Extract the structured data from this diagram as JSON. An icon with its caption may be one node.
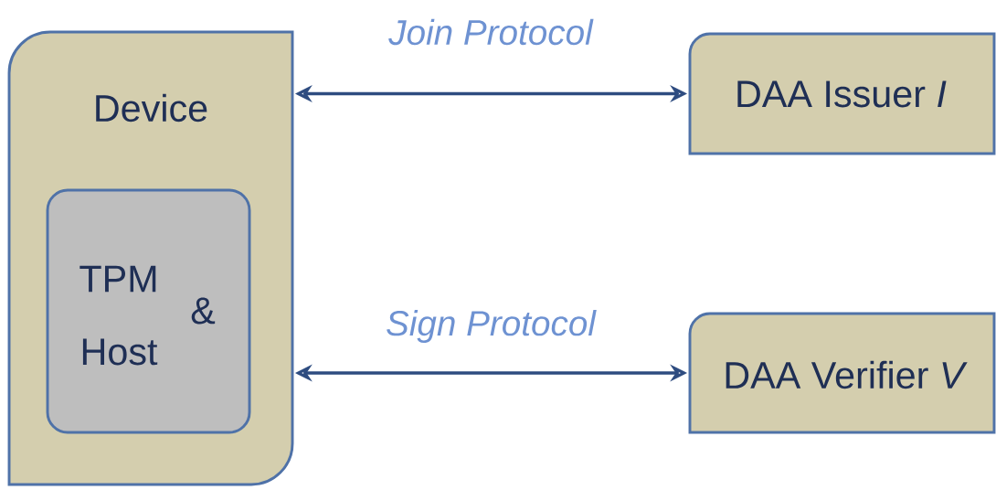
{
  "diagram": {
    "nodes": [
      {
        "text": [
          "Device"
        ]
      },
      {
        "text": [
          "TPM",
          "&",
          "Host"
        ],
        "in": 0
      },
      {
        "text": [
          "DAA Issuer *I*"
        ]
      },
      {
        "text": [
          "DAA Verifier *V*"
        ]
      }
    ],
    "edges": [
      {
        "from": 0,
        "to": 2,
        "arrow": "both",
        "label": "Join Protocol"
      },
      {
        "from": 0,
        "to": 3,
        "arrow": "both",
        "label": "Sign Protocol"
      }
    ]
  }
}
